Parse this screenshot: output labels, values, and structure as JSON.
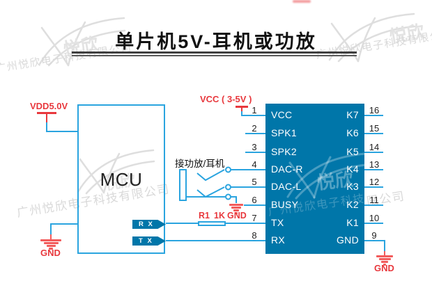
{
  "title": "单片机5V-耳机或功放",
  "colors": {
    "wire": "#2aa4df",
    "chip": "#0076a9",
    "red": "#e8383d",
    "earth_red": "#f25b5b"
  },
  "power": {
    "vdd_label": "VDD5.0V",
    "vcc_label": "VCC ( 3-5V )",
    "gnd_left": "GND",
    "gnd_jack": "GND",
    "gnd_right": "GND"
  },
  "mcu": {
    "label": "MCU",
    "rx_label": "R X",
    "tx_label": "T X"
  },
  "jack": {
    "label": "接功放/耳机"
  },
  "resistor": {
    "ref": "R1",
    "value": "1K"
  },
  "chip": {
    "left_pins": [
      {
        "num": "1",
        "label": "VCC"
      },
      {
        "num": "2",
        "label": "SPK1"
      },
      {
        "num": "3",
        "label": "SPK2"
      },
      {
        "num": "4",
        "label": "DAC-R"
      },
      {
        "num": "5",
        "label": "DAC-L"
      },
      {
        "num": "6",
        "label": "BUSY"
      },
      {
        "num": "7",
        "label": "TX"
      },
      {
        "num": "8",
        "label": "RX"
      }
    ],
    "right_pins": [
      {
        "num": "16",
        "label": "K7"
      },
      {
        "num": "15",
        "label": "K6"
      },
      {
        "num": "14",
        "label": "K5"
      },
      {
        "num": "13",
        "label": "K4"
      },
      {
        "num": "12",
        "label": "K3"
      },
      {
        "num": "11",
        "label": "K2"
      },
      {
        "num": "10",
        "label": "K1"
      },
      {
        "num": "9",
        "label": "GND"
      }
    ]
  },
  "watermark": {
    "company": "广州悦欣电子科技有限公司",
    "company_tail": "限公司",
    "brand": "悦欣"
  }
}
